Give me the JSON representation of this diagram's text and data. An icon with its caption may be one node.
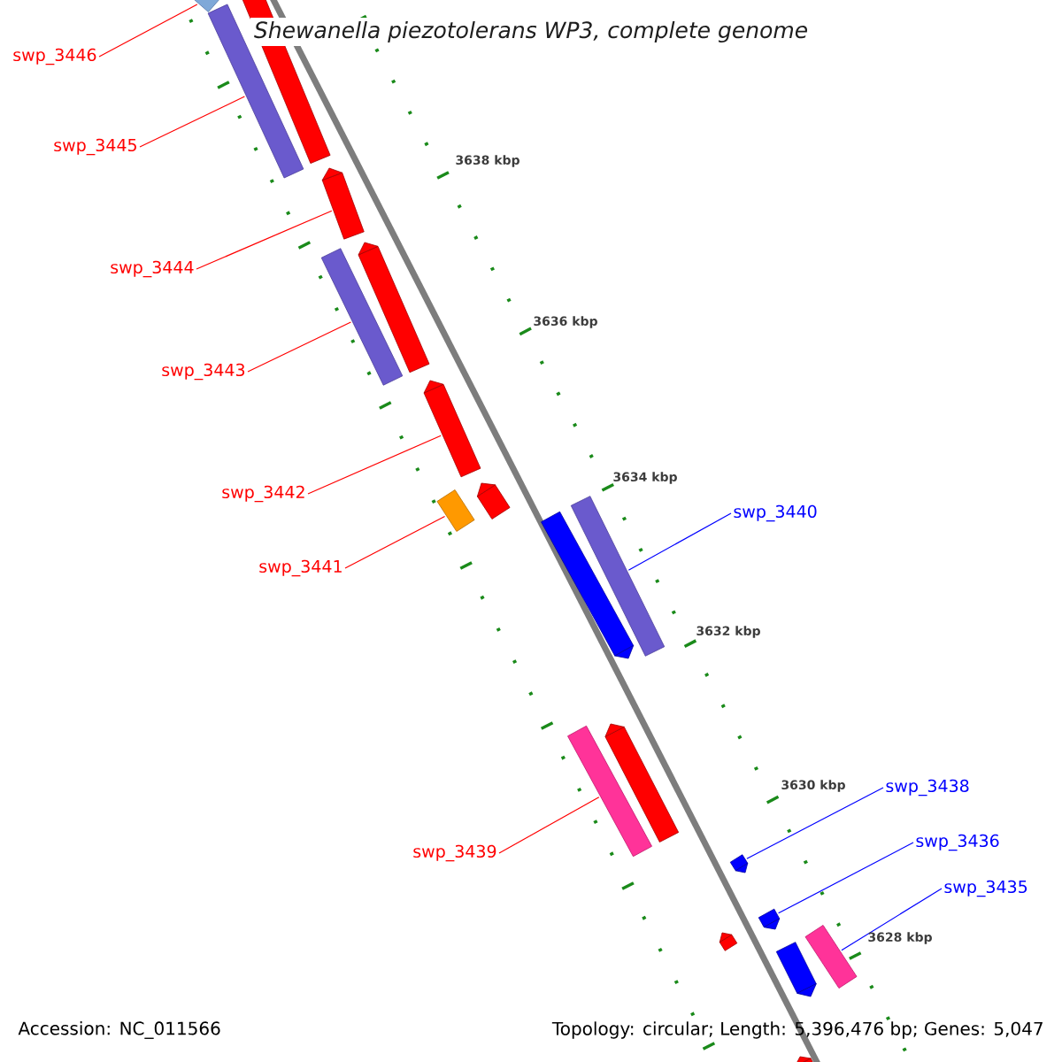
{
  "diagram": {
    "title": "*Shewanella piezotolerans* WP3, complete genome",
    "nodes": [
      {
        "text": [],
        "shape": "bar"
      },
      {
        "text": [],
        "shape": "bar"
      },
      {
        "text": [],
        "shape": "bar"
      },
      {
        "text": [],
        "shape": "bar"
      },
      {
        "text": [],
        "shape": "bar"
      },
      {
        "text": [],
        "shape": "bar"
      },
      {
        "text": [],
        "shape": "bar"
      },
      {
        "text": [],
        "shape": "bar"
      },
      {
        "text": [],
        "shape": "bar"
      },
      {
        "text": [],
        "shape": "bar"
      },
      {
        "text": [],
        "shape": "bar"
      },
      {
        "text": [],
        "shape": "bar"
      },
      {
        "text": [],
        "shape": "bar"
      },
      {
        "text": [],
        "shape": "bar"
      },
      {
        "text": [],
        "shape": "bar"
      },
      {
        "text": [],
        "shape": "bar"
      },
      {
        "text": [],
        "shape": "bar"
      },
      {
        "text": [],
        "shape": "bar"
      },
      {
        "text": [],
        "shape": "bar"
      },
      {
        "text": [
          "swp_3446"
        ]
      },
      {
        "text": [
          "swp_3445"
        ]
      },
      {
        "text": [
          "swp_3444"
        ]
      },
      {
        "text": [
          "swp_3443"
        ]
      },
      {
        "text": [
          "swp_3442"
        ]
      },
      {
        "text": [
          "swp_3441"
        ]
      },
      {
        "text": [
          "swp_3440"
        ]
      },
      {
        "text": [
          "swp_3439"
        ]
      },
      {
        "text": [
          "swp_3438"
        ]
      },
      {
        "text": [
          "swp_3436"
        ]
      },
      {
        "text": [
          "swp_3435"
        ]
      }
    ],
    "edges": [
      {
        "from": 19,
        "to": 0,
        "arrow": "none"
      },
      {
        "from": 20,
        "to": 2,
        "arrow": "none"
      },
      {
        "from": 21,
        "to": 3,
        "arrow": "none"
      },
      {
        "from": 22,
        "to": 5,
        "arrow": "none"
      },
      {
        "from": 23,
        "to": 6,
        "arrow": "none"
      },
      {
        "from": 24,
        "to": 8,
        "arrow": "none"
      },
      {
        "from": 25,
        "to": 9,
        "arrow": "none",
        "color": "#0000ff"
      },
      {
        "from": 26,
        "to": 12,
        "arrow": "none"
      },
      {
        "from": 27,
        "to": 13,
        "arrow": "none",
        "color": "#0000ff"
      },
      {
        "from": 28,
        "to": 14,
        "arrow": "none",
        "color": "#0000ff"
      },
      {
        "from": 29,
        "to": 16,
        "arrow": "none",
        "color": "#0000ff"
      }
    ],
    "labels": [
      "3638 kbp",
      "3636 kbp",
      "3634 kbp",
      "3632 kbp",
      "3630 kbp",
      "3628 kbp",
      "Accession: NC_011566",
      "Topology: circular; Length: 5,396,476 bp; Genes: 5,047"
    ]
  }
}
